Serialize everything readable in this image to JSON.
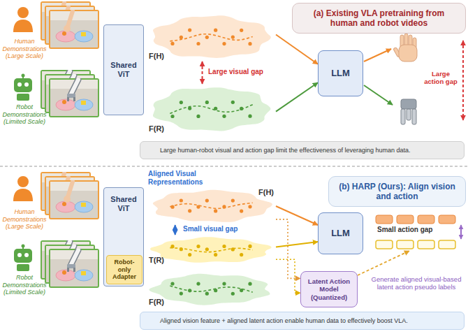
{
  "diagram": {
    "nodes": [
      {
        "text": [
          "(a) Existing VLA pretraining from human and robot videos"
        ]
      },
      {
        "text": [
          "Shared ViT"
        ]
      },
      {
        "text": [
          "F(H)"
        ]
      },
      {
        "text": [
          "F(R)"
        ]
      },
      {
        "text": [
          "LLM"
        ]
      },
      {
        "text": [
          "Large human-robot visual and action gap limit the effectiveness of leveraging human data."
        ]
      },
      {
        "text": [
          "(b) HARP (Ours): Align vision and action"
        ]
      },
      {
        "text": [
          "Shared ViT"
        ]
      },
      {
        "text": [
          "Robot-only Adapter"
        ],
        "in": 7
      },
      {
        "text": [
          "F(H)"
        ]
      },
      {
        "text": [
          "T(R)"
        ]
      },
      {
        "text": [
          "F(R)"
        ]
      },
      {
        "text": [
          "LLM"
        ]
      },
      {
        "text": [
          "Latent Action Model (Quantized)"
        ]
      },
      {
        "text": [
          "Aligned vision feature + aligned latent action enable human data to effectively boost VLA."
        ]
      }
    ],
    "edges": [
      {
        "from": 2,
        "to": 4,
        "arrow": "to"
      },
      {
        "from": 3,
        "to": 4,
        "arrow": "to"
      },
      {
        "from": 2,
        "to": 3,
        "arrow": "both"
      },
      {
        "from": 9,
        "to": 12,
        "arrow": "to"
      },
      {
        "from": 10,
        "to": 12,
        "arrow": "to"
      },
      {
        "from": 9,
        "to": 10,
        "arrow": "both"
      },
      {
        "from": 9,
        "to": 13,
        "arrow": "to"
      },
      {
        "from": 10,
        "to": 13,
        "arrow": "to"
      }
    ],
    "labels": [
      "Human Demonstrations (Large Scale)",
      "Robot Demonstrations (Limited Scale)",
      "Large visual gap",
      "Large action gap",
      "Human Demonstrations (Large Scale)",
      "Robot Demonstrations (Limited Scale)",
      "Aligned Visual Representations",
      "Small visual gap",
      "Small action gap",
      "Generate aligned visual-based latent action pseudo labels"
    ]
  }
}
